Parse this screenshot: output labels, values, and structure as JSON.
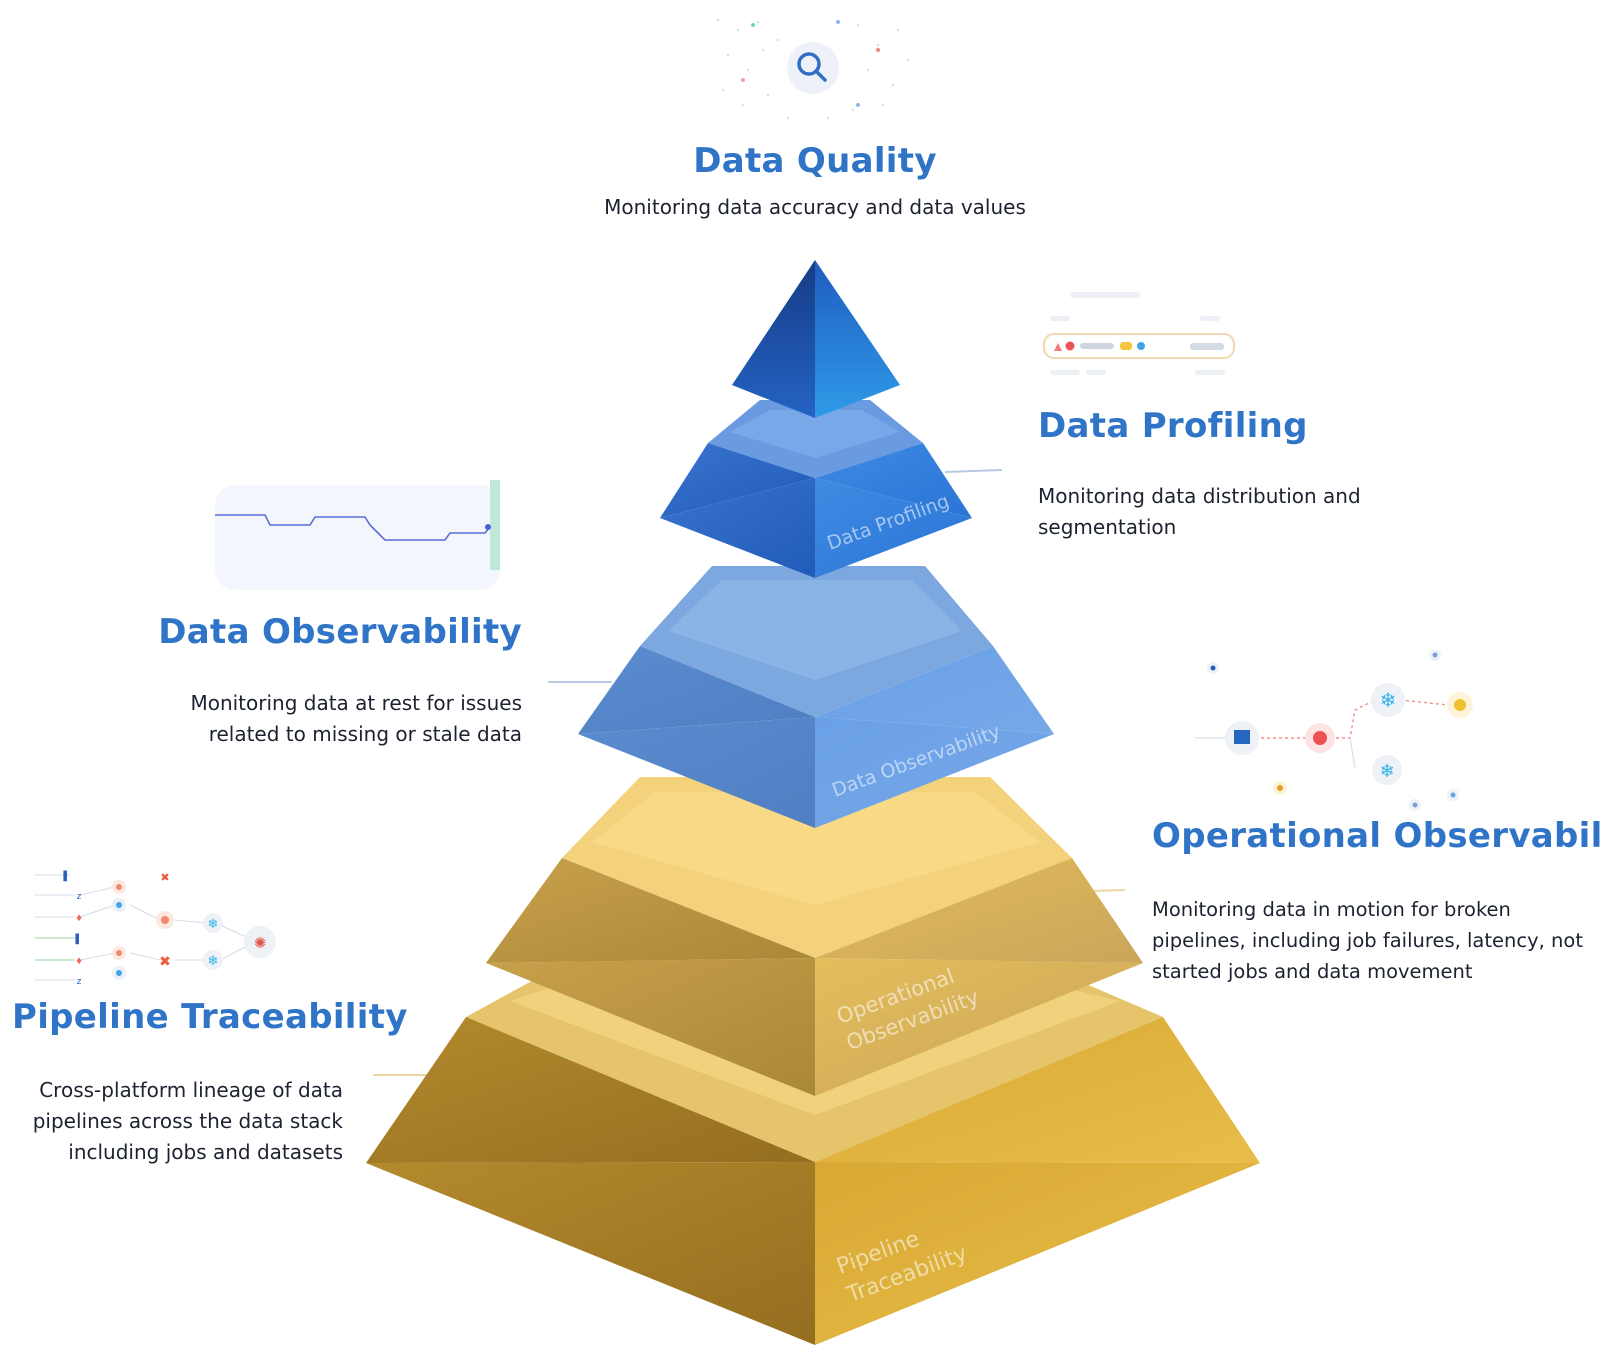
{
  "levels": [
    {
      "id": "data-quality",
      "title": "Data Quality",
      "description": [
        "Monitoring data accuracy and data values"
      ],
      "face_label": []
    },
    {
      "id": "data-profiling",
      "title": "Data Profiling",
      "description": [
        "Monitoring data distribution and",
        "segmentation"
      ],
      "face_label": [
        "Data Profiling"
      ]
    },
    {
      "id": "data-observability",
      "title": "Data Observability",
      "description": [
        "Monitoring data at rest for issues",
        "related to missing or stale data"
      ],
      "face_label": [
        "Data Observability"
      ]
    },
    {
      "id": "operational-observability",
      "title": "Operational Observability",
      "description": [
        "Monitoring data in motion for broken",
        "pipelines, including job failures, latency, not",
        "started jobs and data movement"
      ],
      "face_label": [
        "Operational",
        "Observability"
      ]
    },
    {
      "id": "pipeline-traceability",
      "title": "Pipeline Traceability",
      "description": [
        "Cross-platform lineage of data",
        "pipelines across the data stack",
        "including jobs and datasets"
      ],
      "face_label": [
        "Pipeline",
        "Traceability"
      ]
    }
  ],
  "colors": {
    "title_blue": "#2f74c6",
    "text_dark": "#1d2230",
    "blue_dark": "#1f4f9c",
    "blue_light": "#5d93de",
    "gold_dark": "#a8812f",
    "gold_light": "#e7bd4c"
  },
  "icons": {
    "quality": "search-icon",
    "profiling": "profile-bar-icon",
    "observability": "line-chart-icon",
    "operational": "lineage-graph-icon",
    "pipeline": "pipeline-graph-icon"
  }
}
